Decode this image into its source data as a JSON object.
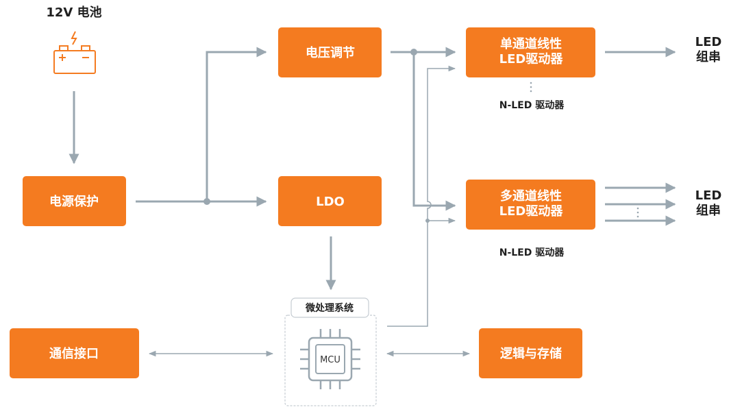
{
  "battery": {
    "label": "12V 电池"
  },
  "blocks": {
    "power_protection": "电源保护",
    "voltage_regulation": "电压调节",
    "ldo": "LDO",
    "single_channel_line1": "单通道线性",
    "single_channel_line2": "LED驱动器",
    "multi_channel_line1": "多通道线性",
    "multi_channel_line2": "LED驱动器",
    "comm_interface": "通信接口",
    "logic_storage": "逻辑与存储"
  },
  "mcu": {
    "system_label": "微处理系统",
    "chip_label": "MCU"
  },
  "labels": {
    "n_led_top": "N-LED 驱动器",
    "n_led_bottom": "N-LED 驱动器",
    "led_string_top_1": "LED",
    "led_string_top_2": "组串",
    "led_string_bottom_1": "LED",
    "led_string_bottom_2": "组串"
  },
  "colors": {
    "block": "#F47B20",
    "arrow": "#9AA7B0",
    "battery": "#F47B20"
  }
}
